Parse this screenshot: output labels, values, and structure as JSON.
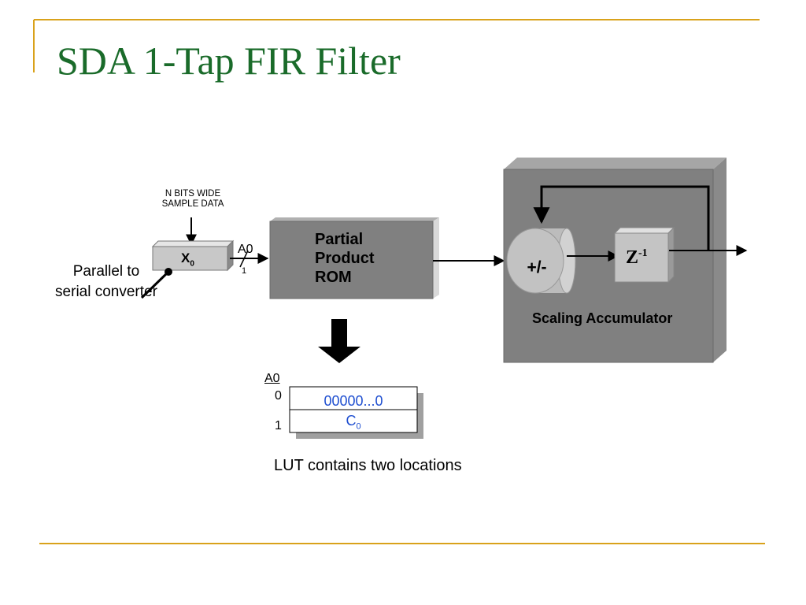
{
  "slide": {
    "title": "SDA 1-Tap FIR Filter",
    "accent_color": "#d9a21b",
    "title_color": "#1a6b2a"
  },
  "diagram": {
    "input_label": "N BITS WIDE SAMPLE DATA",
    "converter_label": "Parallel to serial converter",
    "register_label": "X",
    "register_subscript": "0",
    "address_label": "A0",
    "address_width": "1",
    "rom_label_lines": [
      "Partial",
      "Product",
      "ROM"
    ],
    "adder_label": "+/-",
    "delay_label": "Z",
    "delay_superscript": "-1",
    "accumulator_label": "Scaling Accumulator"
  },
  "lut": {
    "address_header": "A0",
    "row_addresses": [
      "0",
      "1"
    ],
    "row0_value": "00000...0",
    "row1_value": "C",
    "row1_subscript": "0",
    "value_color": "#1f4fd0",
    "caption": "LUT contains two locations"
  }
}
